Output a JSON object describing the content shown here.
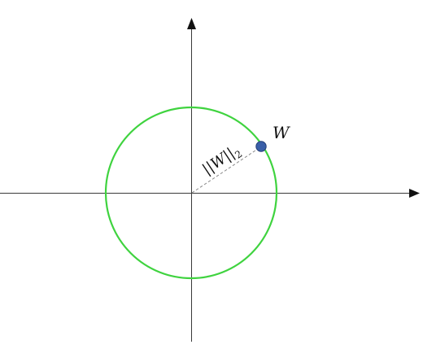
{
  "diagram": {
    "point_label": "W",
    "norm_label": {
      "prefix": "||",
      "variable": "W",
      "suffix": "||",
      "subscript": "2"
    }
  },
  "colors": {
    "circle": "#3fd33f",
    "point_fill": "#3a5fa8",
    "point_stroke": "#243f78",
    "axis": "#3a3a3a",
    "radius_line": "#8a8a8a",
    "arrow": "#111111"
  }
}
